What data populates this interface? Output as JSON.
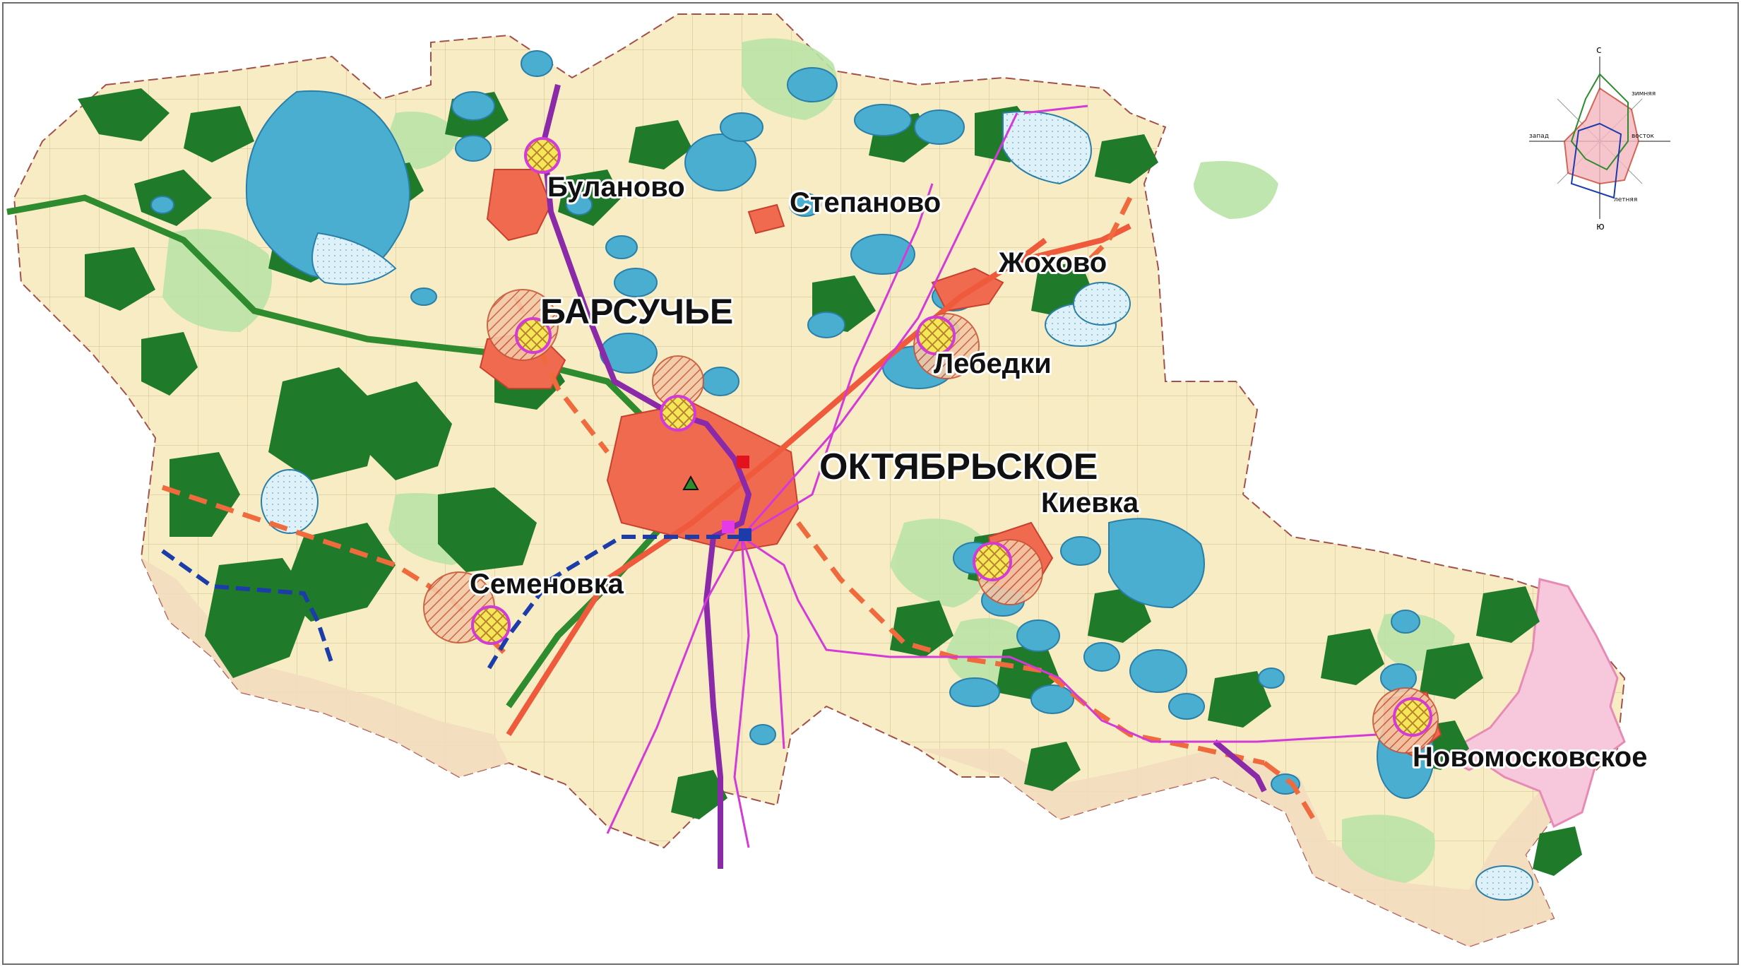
{
  "map": {
    "colors": {
      "background": "#fff6dc",
      "field": "#f7ecc4",
      "field_alt": "#ede0b0",
      "outer_strip": "#f3dcbf",
      "forest": "#1f7a2a",
      "meadow": "#b9e3a6",
      "lake": "#4aaed1",
      "lake_edge": "#2a7fa8",
      "marsh": "#d9eef6",
      "settlement": "#f06a50",
      "settlement_edge": "#c9412e",
      "road_main": "#ef5a3c",
      "road_dashed": "#ef6a3c",
      "rail": "#2e8b2e",
      "pipeline_purple": "#8b2aa8",
      "power_magenta": "#d43ad8",
      "boundary_blue": "#1c3caa",
      "boundary_grey": "#a3504a",
      "neighbour_pink": "#f7c7dc",
      "planned_hatch": "#d66a3a",
      "planned_yellow": "#f5e04a"
    },
    "labels": {
      "bulanovo": "Буланово",
      "stepanovo": "Степаново",
      "zhokhovo": "Жохово",
      "barsuchye": "БАРСУЧЬЕ",
      "lebedki": "Лебедки",
      "oktyabrskoe": "ОКТЯБРЬСКОЕ",
      "kievka": "Киевка",
      "semenovka": "Семеновка",
      "novomoskovskoe": "Новомосковское"
    },
    "wind_rose": {
      "north_letter": "с",
      "south_letter": "ю",
      "east_label": "восток",
      "west_label": "запад",
      "ne_label": "зимняя",
      "sw_label": "летняя"
    },
    "icons": {
      "compass": "wind-rose-icon",
      "station": "triangle-marker-icon",
      "facility_red": "square-red-marker-icon",
      "facility_magenta": "square-magenta-marker-icon",
      "facility_blue": "square-blue-marker-icon"
    }
  }
}
